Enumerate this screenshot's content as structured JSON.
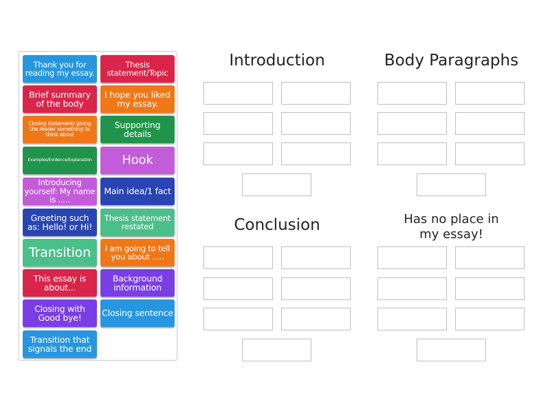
{
  "tiles": [
    {
      "label": "Thank you for reading my essay.",
      "color": "#2896df"
    },
    {
      "label": "Thesis statement/Topic",
      "color": "#d9254a"
    },
    {
      "label": "Brief summary of the body",
      "color": "#d9254a"
    },
    {
      "label": "I hope you liked my essay.",
      "color": "#f07718"
    },
    {
      "label": "Closing statement/ giving the reader something to think about",
      "color": "#f07718"
    },
    {
      "label": "Supporting details",
      "color": "#20944a"
    },
    {
      "label": "Examples/Evidence/Explanation",
      "color": "#20944a"
    },
    {
      "label": "Hook",
      "color": "#c25cd9"
    },
    {
      "label": "Introducing yourself: My name is .....",
      "color": "#c25cd9"
    },
    {
      "label": "Main idea/1 fact",
      "color": "#2945b3"
    },
    {
      "label": "Greeting such as: Hello! or Hi!",
      "color": "#2945b3"
    },
    {
      "label": "Thesis statement restated",
      "color": "#4bbf8a"
    },
    {
      "label": "Transition",
      "color": "#4bbf8a"
    },
    {
      "label": "I am going to tell you about .....",
      "color": "#f07718"
    },
    {
      "label": "This essay is about...",
      "color": "#d9254a"
    },
    {
      "label": "Background information",
      "color": "#7a3ee6"
    },
    {
      "label": "Closing with Good bye!",
      "color": "#7a3ee6"
    },
    {
      "label": "Closing sentence",
      "color": "#2896df"
    },
    {
      "label": "Transition that signals the end",
      "color": "#2896df"
    }
  ],
  "groups": [
    {
      "title": "Introduction"
    },
    {
      "title": "Body Paragraphs"
    },
    {
      "title": "Conclusion"
    },
    {
      "title": "Has no place in my essay!"
    }
  ]
}
